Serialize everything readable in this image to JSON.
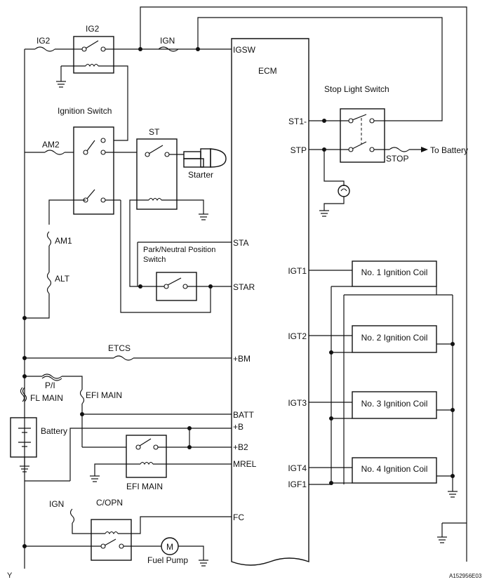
{
  "labels": {
    "ig2_fuse": "IG2",
    "ig2_relay": "IG2",
    "ign_fuse": "IGN",
    "ignition_switch": "Ignition Switch",
    "am2": "AM2",
    "st_relay": "ST",
    "starter": "Starter",
    "am1": "AM1",
    "alt": "ALT",
    "pnp_switch_line1": "Park/Neutral Position",
    "pnp_switch_line2": "Switch",
    "etcs": "ETCS",
    "pi": "P/I",
    "fl_main": "FL MAIN",
    "efi_main_fuse": "EFI MAIN",
    "battery": "Battery",
    "efi_main_relay": "EFI MAIN",
    "ign_fuse2": "IGN",
    "c_opn": "C/OPN",
    "fuel_pump": "Fuel Pump",
    "motor_symbol": "M",
    "y_mark": "Y",
    "ecm": "ECM",
    "stop_light_switch": "Stop Light Switch",
    "to_battery": "To Battery",
    "stop_fuse": "STOP",
    "figure_id": "A152956E03"
  },
  "ecm_terminals_left": [
    "IGSW",
    "STA",
    "STAR",
    "+BM",
    "BATT",
    "+B",
    "+B2",
    "MREL",
    "FC"
  ],
  "ecm_terminals_right": [
    "ST1-",
    "STP",
    "IGT1",
    "IGT2",
    "IGT3",
    "IGT4",
    "IGF1"
  ],
  "ignition_coils": [
    "No. 1 Ignition Coil",
    "No. 2 Ignition Coil",
    "No. 3 Ignition Coil",
    "No. 4 Ignition Coil"
  ]
}
